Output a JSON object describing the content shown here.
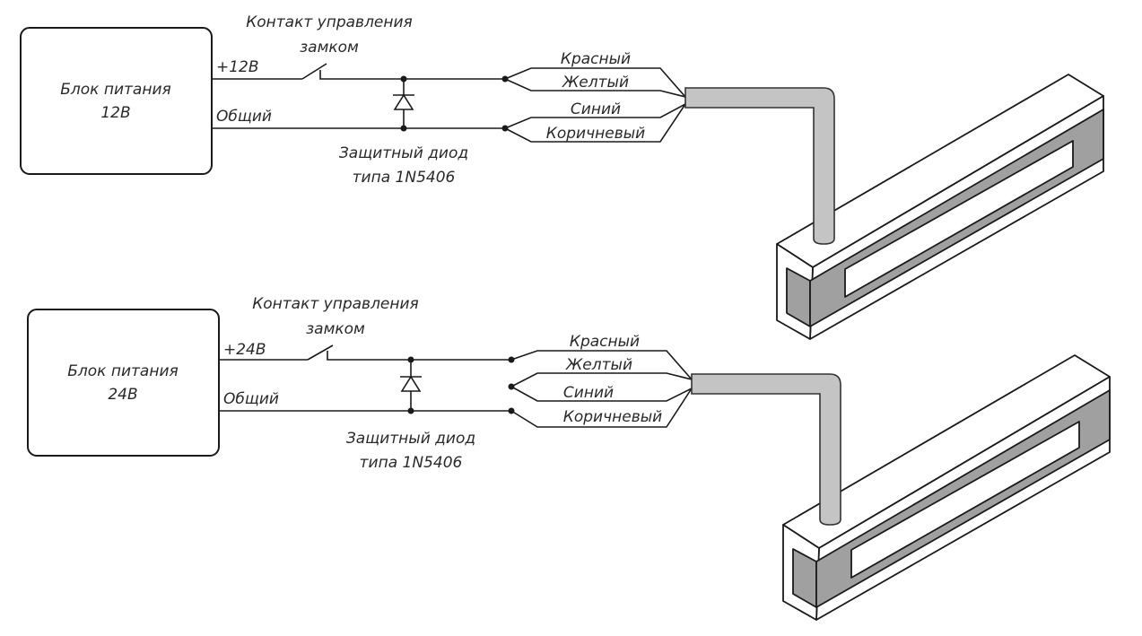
{
  "diagram": {
    "title": "Схема подключения электромагнитного замка",
    "colors": {
      "line": "#1a1a1a",
      "cable": "#c4c4c4",
      "lock_dark_face": "#a0a0a0",
      "background": "#ffffff"
    },
    "circuits": [
      {
        "id": "12v",
        "power_supply": {
          "line1": "Блок питания",
          "line2": "12В"
        },
        "positive_label": "+12В",
        "common_label": "Общий",
        "switch_label": {
          "line1": "Контакт управления",
          "line2": "замком"
        },
        "diode_label": {
          "line1": "Защитный диод",
          "line2": "типа 1N5406"
        },
        "wires": [
          {
            "label": "Красный",
            "color_name": "red",
            "connected_to": "+12В"
          },
          {
            "label": "Желтый",
            "color_name": "yellow",
            "connected_to": "+12В"
          },
          {
            "label": "Синий",
            "color_name": "blue",
            "connected_to": "Общий"
          },
          {
            "label": "Коричневый",
            "color_name": "brown",
            "connected_to": "Общий"
          }
        ],
        "wiring_mode": "parallel"
      },
      {
        "id": "24v",
        "power_supply": {
          "line1": "Блок питания",
          "line2": "24В"
        },
        "positive_label": "+24В",
        "common_label": "Общий",
        "switch_label": {
          "line1": "Контакт управления",
          "line2": "замком"
        },
        "diode_label": {
          "line1": "Защитный диод",
          "line2": "типа 1N5406"
        },
        "wires": [
          {
            "label": "Красный",
            "color_name": "red",
            "connected_to": "+24В"
          },
          {
            "label": "Желтый",
            "color_name": "yellow",
            "connected_to": "Синий"
          },
          {
            "label": "Синий",
            "color_name": "blue",
            "connected_to": "Желтый"
          },
          {
            "label": "Коричневый",
            "color_name": "brown",
            "connected_to": "Общий"
          }
        ],
        "wiring_mode": "series"
      }
    ]
  }
}
